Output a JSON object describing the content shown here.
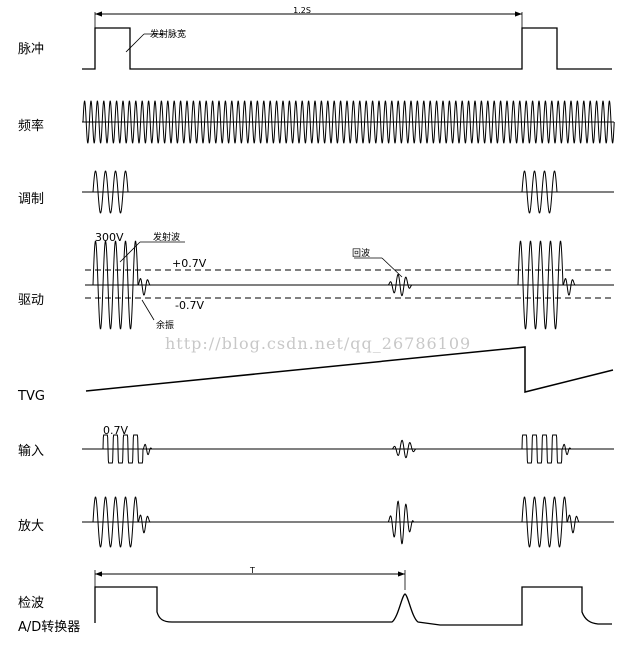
{
  "labels": {
    "pulse": "脉冲",
    "frequency": "频率",
    "modulation": "调制",
    "drive": "驱动",
    "tvg": "TVG",
    "input": "输入",
    "amplify": "放大",
    "detect": "检波",
    "adc": "A/D转换器"
  },
  "annotations": {
    "period": "1.2S",
    "pulse_width": "发射脉宽",
    "v300": "300V",
    "transmit_wave": "发射波",
    "plus07": "+0.7V",
    "minus07": "-0.7V",
    "echo": "回波",
    "residual": "余振",
    "input07": "0.7V",
    "tau": "T"
  },
  "watermark": "http://blog.csdn.net/qq_26786109"
}
